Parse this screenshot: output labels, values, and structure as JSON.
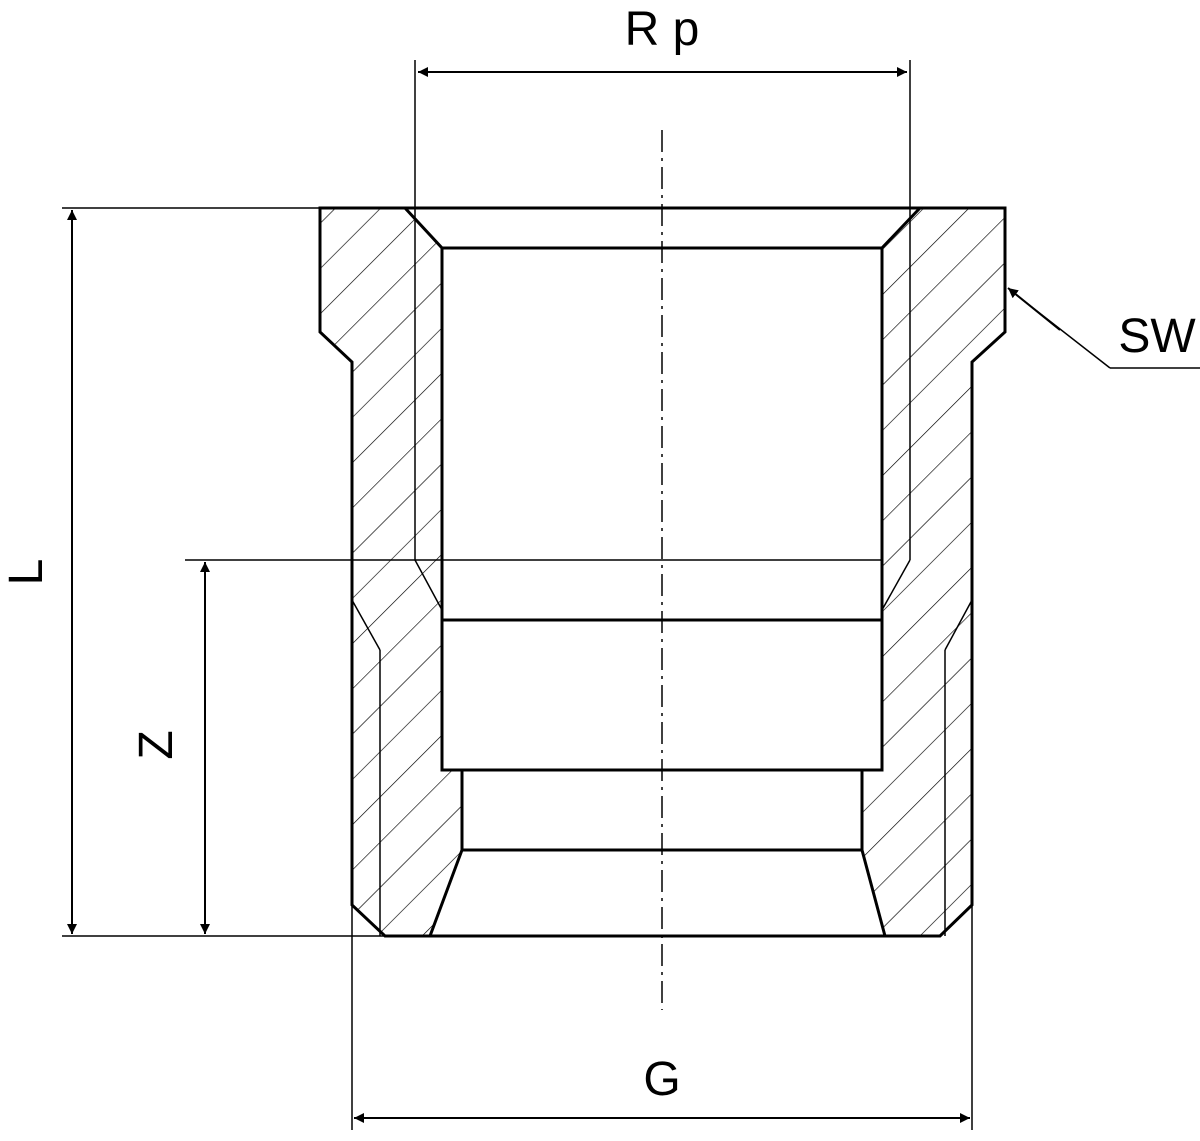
{
  "labels": {
    "rp": "R p",
    "sw": "SW",
    "l": "L",
    "z": "Z",
    "g": "G"
  },
  "colors": {
    "stroke": "#000000",
    "background": "#ffffff"
  }
}
